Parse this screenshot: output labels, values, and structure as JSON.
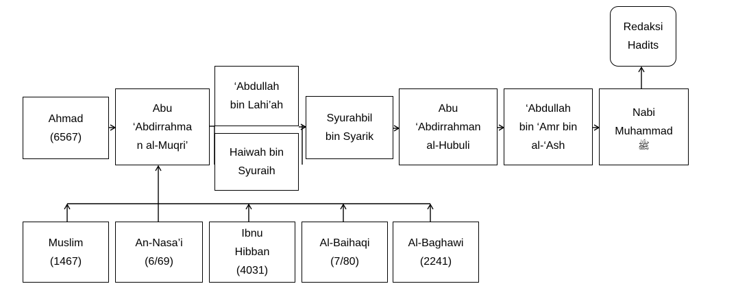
{
  "diagram": {
    "nodes": {
      "redaksi": "Redaksi\nHadits",
      "ahmad": "Ahmad\n(6567)",
      "abu_muqri": "Abu\n‘Abdirrahma\nn al-Muqri’",
      "abdullah_lahiah": "‘Abdullah\nbin Lahi’ah",
      "haiwah": "Haiwah bin\nSyuraih",
      "syurahbil": "Syurahbil\nbin Syarik",
      "abu_hubuli": "Abu\n‘Abdirrahman\nal-Hubuli",
      "abdullah_amr": "‘Abdullah\nbin ‘Amr bin\nal-‘Ash",
      "nabi": "Nabi\nMuhammad",
      "nabi_salawat": "ﷺ",
      "muslim": "Muslim\n(1467)",
      "annasai": "An-Nasa’i\n(6/69)",
      "ibnu_hibban": "Ibnu\nHibban\n(4031)",
      "baihaqi": "Al-Baihaqi\n(7/80)",
      "baghawi": "Al-Baghawi\n(2241)"
    }
  }
}
